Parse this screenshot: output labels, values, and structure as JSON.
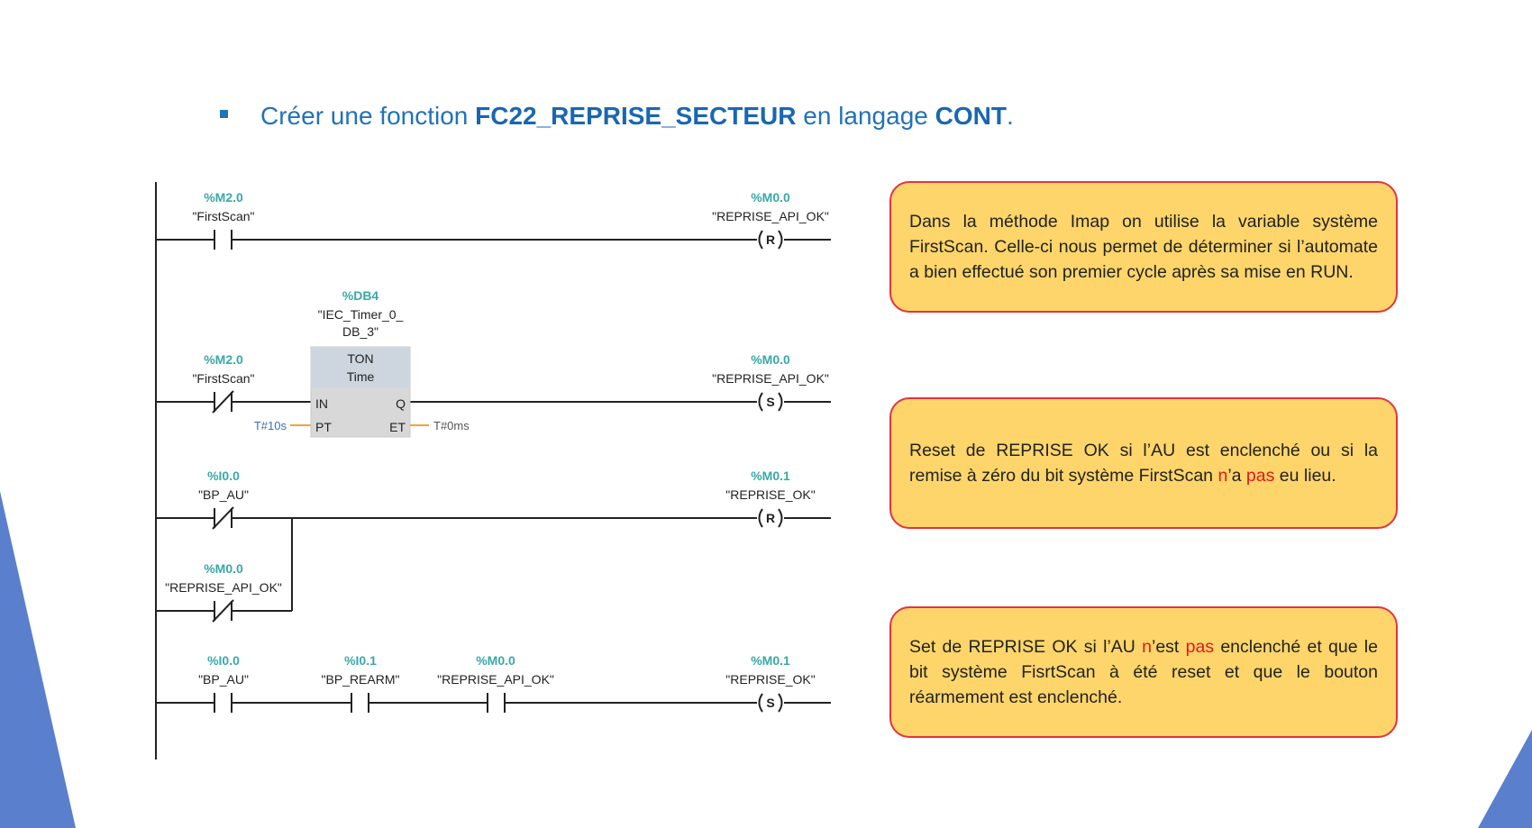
{
  "heading": {
    "prefix": "Créer une fonction ",
    "function_name": "FC22_REPRISE_SECTEUR",
    "middle": " en langage ",
    "language": "CONT",
    "suffix": "."
  },
  "ladder": {
    "network1": {
      "contact": {
        "address": "%M2.0",
        "tag": "\"FirstScan\""
      },
      "coil": {
        "address": "%M0.0",
        "tag": "\"REPRISE_API_OK\"",
        "type": "R"
      }
    },
    "network2": {
      "timer_db": {
        "address": "%DB4",
        "tag_line1": "\"IEC_Timer_0_",
        "tag_line2": "DB_3\""
      },
      "contact": {
        "address": "%M2.0",
        "tag": "\"FirstScan\""
      },
      "ton": {
        "title": "TON",
        "subtitle": "Time",
        "pin_in": "IN",
        "pin_pt": "PT",
        "pin_q": "Q",
        "pin_et": "ET",
        "pt_value": "T#10s",
        "et_value": "T#0ms"
      },
      "coil": {
        "address": "%M0.0",
        "tag": "\"REPRISE_API_OK\"",
        "type": "S"
      }
    },
    "network3": {
      "contact_a": {
        "address": "%I0.0",
        "tag": "\"BP_AU\""
      },
      "contact_b": {
        "address": "%M0.0",
        "tag": "\"REPRISE_API_OK\""
      },
      "coil": {
        "address": "%M0.1",
        "tag": "\"REPRISE_OK\"",
        "type": "R"
      }
    },
    "network4": {
      "contact_a": {
        "address": "%I0.0",
        "tag": "\"BP_AU\""
      },
      "contact_b": {
        "address": "%I0.1",
        "tag": "\"BP_REARM\""
      },
      "contact_c": {
        "address": "%M0.0",
        "tag": "\"REPRISE_API_OK\""
      },
      "coil": {
        "address": "%M0.1",
        "tag": "\"REPRISE_OK\"",
        "type": "S"
      }
    }
  },
  "callouts": {
    "first": "Dans la méthode Imap on utilise la variable système FirstScan. Celle-ci nous permet de déterminer si l’automate a bien effectué son premier cycle après sa mise en RUN.",
    "second": {
      "part1": "Reset de REPRISE OK si l’AU est enclenché ou si la remise à zéro du bit système FirstScan ",
      "red1": "n",
      "part2": "’a ",
      "red2": "pas",
      "part3": " eu lieu."
    },
    "third": {
      "part1": "Set de REPRISE OK si l’AU ",
      "red1": "n",
      "part2": "’est ",
      "red2": "pas",
      "part3": " enclenché et que le bit système FisrtScan à été reset et que le bouton réarmement est enclenché."
    }
  },
  "colors": {
    "accent_blue": "#2272b8",
    "callout_fill": "#fdd56a",
    "callout_border": "#e4333f",
    "negation_red": "#e4171f",
    "address_teal": "#3aa8a8",
    "deco_blue": "#5a7fcc"
  }
}
